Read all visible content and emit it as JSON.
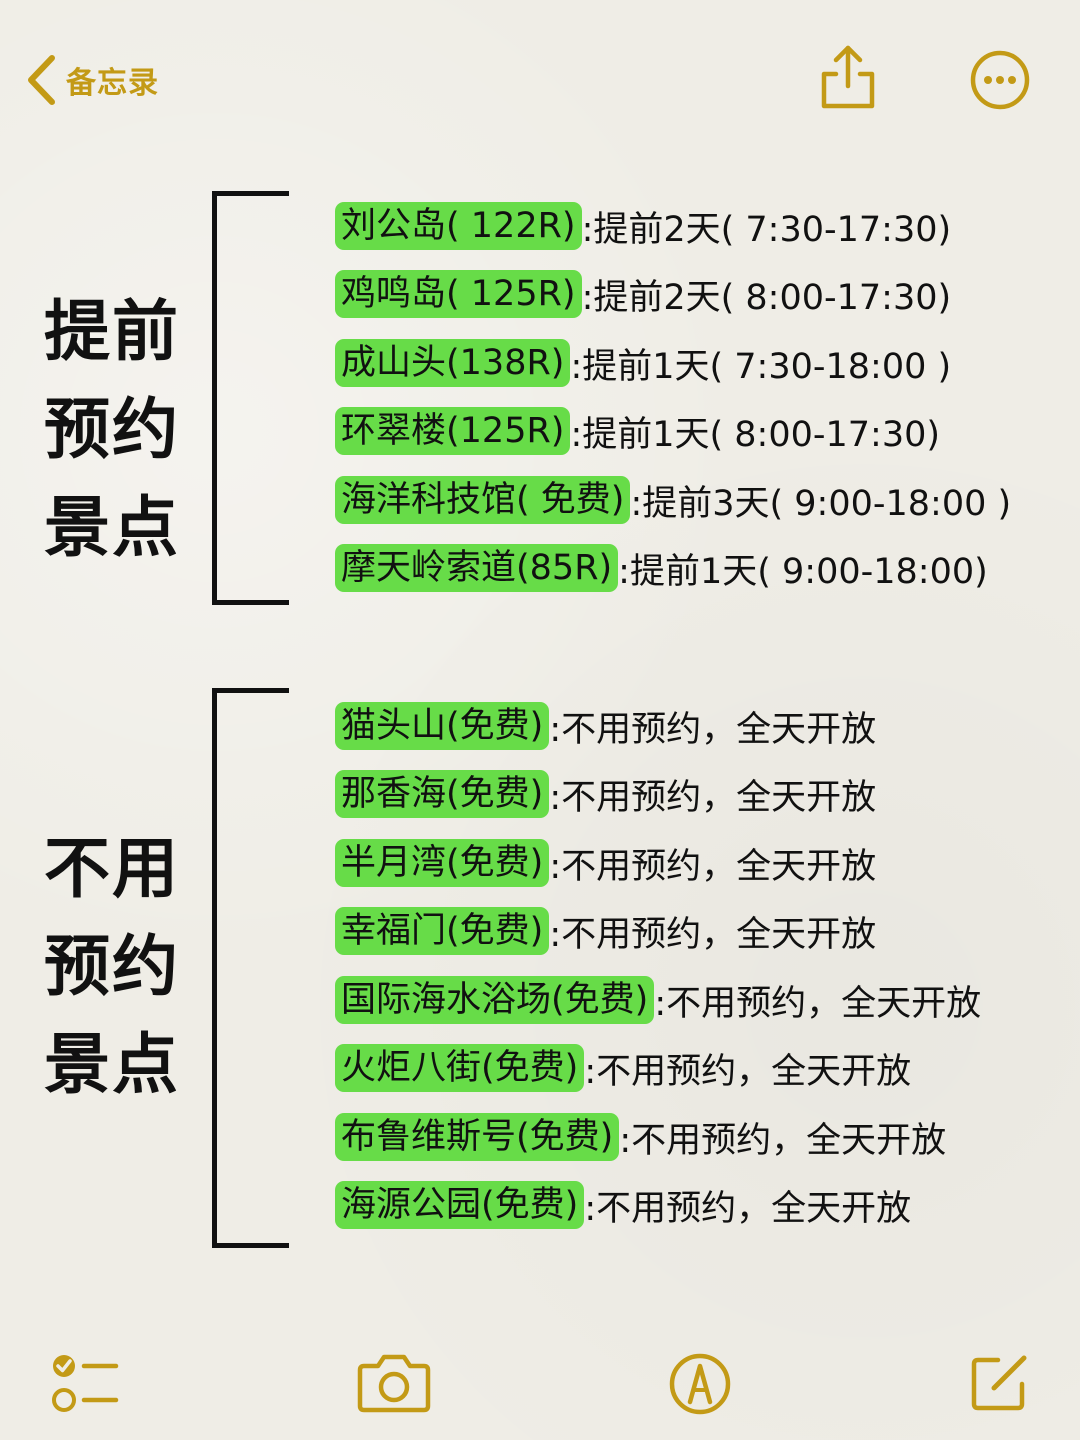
{
  "nav": {
    "back_label": "备忘录"
  },
  "sections": [
    {
      "label_lines": [
        "提前",
        "预约",
        "景点"
      ],
      "rows": [
        {
          "name": "刘公岛( 122R)",
          "detail": ":提前2天( 7:30-17:30)"
        },
        {
          "name": "鸡鸣岛( 125R)",
          "detail": ":提前2天( 8:00-17:30)"
        },
        {
          "name": "成山头(138R)",
          "detail": ":提前1天( 7:30-18:00 )"
        },
        {
          "name": "环翠楼(125R)",
          "detail": ":提前1天( 8:00-17:30)"
        },
        {
          "name": "海洋科技馆( 免费)",
          "detail": ":提前3天( 9:00-18:00 )"
        },
        {
          "name": "摩天岭索道(85R)",
          "detail": ":提前1天( 9:00-18:00)"
        }
      ]
    },
    {
      "label_lines": [
        "不用",
        "预约",
        "景点"
      ],
      "rows": [
        {
          "name": "猫头山(免费)",
          "detail": ":不用预约，全天开放"
        },
        {
          "name": "那香海(免费)",
          "detail": ":不用预约，全天开放"
        },
        {
          "name": "半月湾(免费)",
          "detail": ":不用预约，全天开放"
        },
        {
          "name": "幸福门(免费)",
          "detail": ":不用预约，全天开放"
        },
        {
          "name": "国际海水浴场(免费)",
          "detail": ":不用预约，全天开放"
        },
        {
          "name": "火炬八街(免费)",
          "detail": ":不用预约，全天开放"
        },
        {
          "name": "布鲁维斯号(免费)",
          "detail": ":不用预约，全天开放"
        },
        {
          "name": "海源公园(免费)",
          "detail": ":不用预约，全天开放"
        }
      ]
    }
  ],
  "toolbar_icons": [
    "checklist-icon",
    "camera-icon",
    "markup-pen-icon",
    "compose-icon"
  ],
  "colors": {
    "accent": "#c39a16",
    "highlight": "#67dc48",
    "background": "#efede6"
  }
}
